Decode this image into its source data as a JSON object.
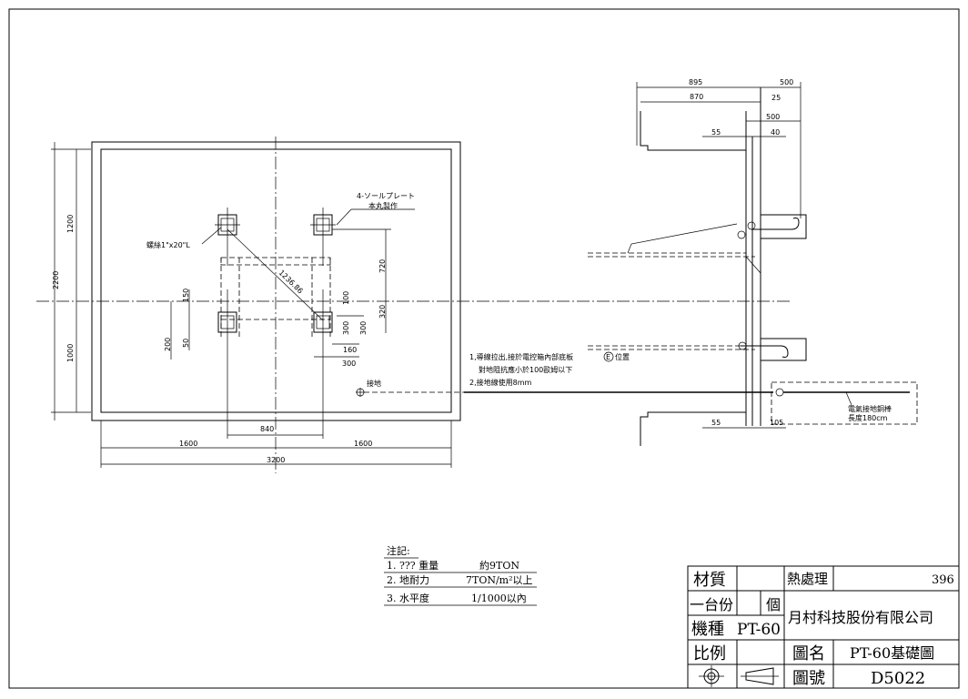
{
  "plan": {
    "dim_2200": "2200",
    "dim_1200": "1200",
    "dim_1000": "1000",
    "dim_720": "720",
    "dim_320": "320",
    "dim_150": "150",
    "dim_50": "50",
    "dim_200": "200",
    "dim_100": "100",
    "dim_300v1": "300",
    "dim_300v2": "300",
    "dim_160": "160",
    "dim_300h": "300",
    "dim_840": "840",
    "dim_1600a": "1600",
    "dim_1600b": "1600",
    "dim_3200": "3200",
    "diag": "1236.86",
    "bolt_label": "螺絲1\"x20\"L",
    "plate_label": "4-ソールプレート",
    "plate_sub": "本丸製作",
    "ground_label": "接地"
  },
  "side": {
    "dim_895": "895",
    "dim_870": "870",
    "dim_500a": "500",
    "dim_25": "25",
    "dim_500b": "500",
    "dim_55a": "55",
    "dim_40": "40",
    "dim_55b": "55",
    "dim_105": "105",
    "note1": "1,導線拉出,接於電控箱內部底板",
    "note1b": "位置",
    "note1_mark": "E",
    "note2": "對地阻抗應小於100歐姆以下",
    "note3": "2,接地線使用8mm",
    "rod_label1": "電氣接地銅棒",
    "rod_label2": "長度180cm"
  },
  "notes": {
    "heading": "注記:",
    "rows": [
      {
        "label": "1. ??? 重量",
        "value": "約9TON"
      },
      {
        "label": "2. 地耐力",
        "value": "7TON/m²以上"
      },
      {
        "label": "3. 水平度",
        "value": "1/1000以內"
      }
    ]
  },
  "titleblock": {
    "material_label": "材質",
    "heat_label": "熱處理",
    "number": "396",
    "qty_label": "一台份",
    "unit_label": "個",
    "company": "月村科技股份有限公司",
    "model_label": "機種",
    "model_value": "PT-60",
    "scale_label": "比例",
    "name_label": "圖名",
    "name_value": "PT-60基礎圖",
    "drawno_label": "圖號",
    "drawno_value": "D5022"
  }
}
